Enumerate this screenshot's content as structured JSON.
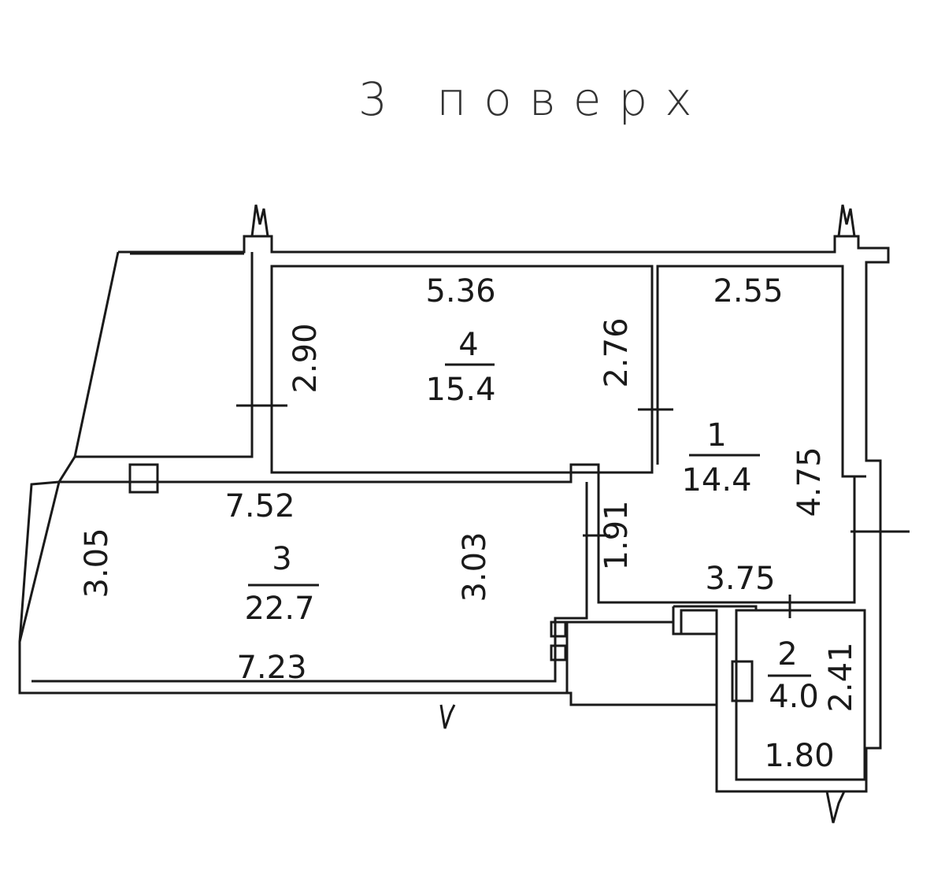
{
  "title": "3 поверх",
  "rooms": [
    {
      "number": "4",
      "area": "15.4",
      "dims": [
        "5.36",
        "2.90",
        "2.76"
      ]
    },
    {
      "number": "1",
      "area": "14.4",
      "dims": [
        "2.55",
        "4.75",
        "1.91",
        "3.75"
      ]
    },
    {
      "number": "3",
      "area": "22.7",
      "dims": [
        "7.52",
        "3.05",
        "3.03",
        "7.23"
      ]
    },
    {
      "number": "2",
      "area": "4.0",
      "dims": [
        "2.41",
        "1.80"
      ]
    }
  ]
}
